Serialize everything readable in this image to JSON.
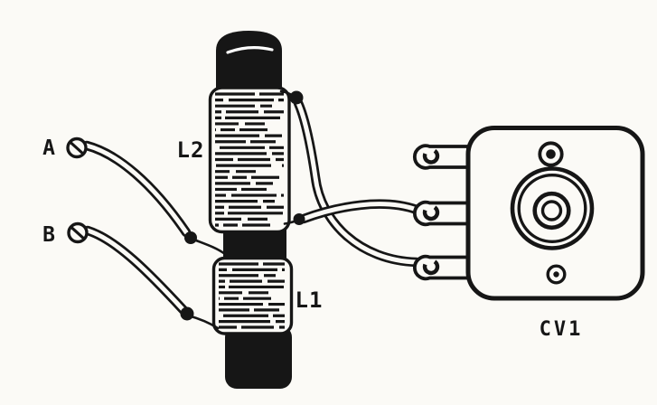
{
  "figure": {
    "labels": {
      "terminal_a": "A",
      "terminal_b": "B",
      "upper_coil": "L2",
      "lower_coil": "L1",
      "capacitor": "CV1"
    },
    "colors": {
      "ink": "#161616",
      "paper": "#fbfaf6"
    }
  }
}
